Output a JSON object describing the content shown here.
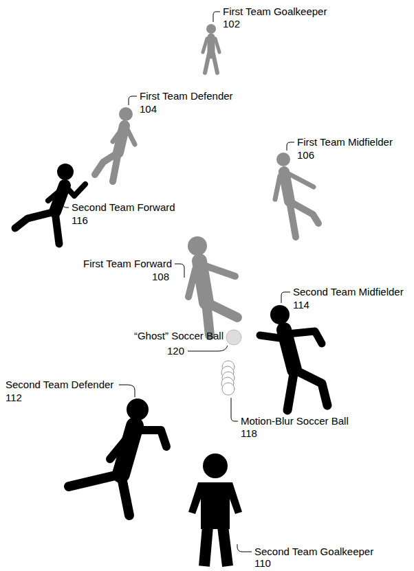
{
  "diagram": {
    "labels": [
      "First Team Goalkeeper",
      "102",
      "First Team Defender",
      "104",
      "First Team Midfielder",
      "106",
      "Second Team Forward",
      "116",
      "First Team Forward",
      "108",
      "Second Team Midfielder",
      "114",
      "“Ghost” Soccer Ball",
      "120",
      "Second Team Defender",
      "112",
      "Motion-Blur Soccer Ball",
      "118",
      "Second Team Goalkeeper",
      "110"
    ]
  }
}
